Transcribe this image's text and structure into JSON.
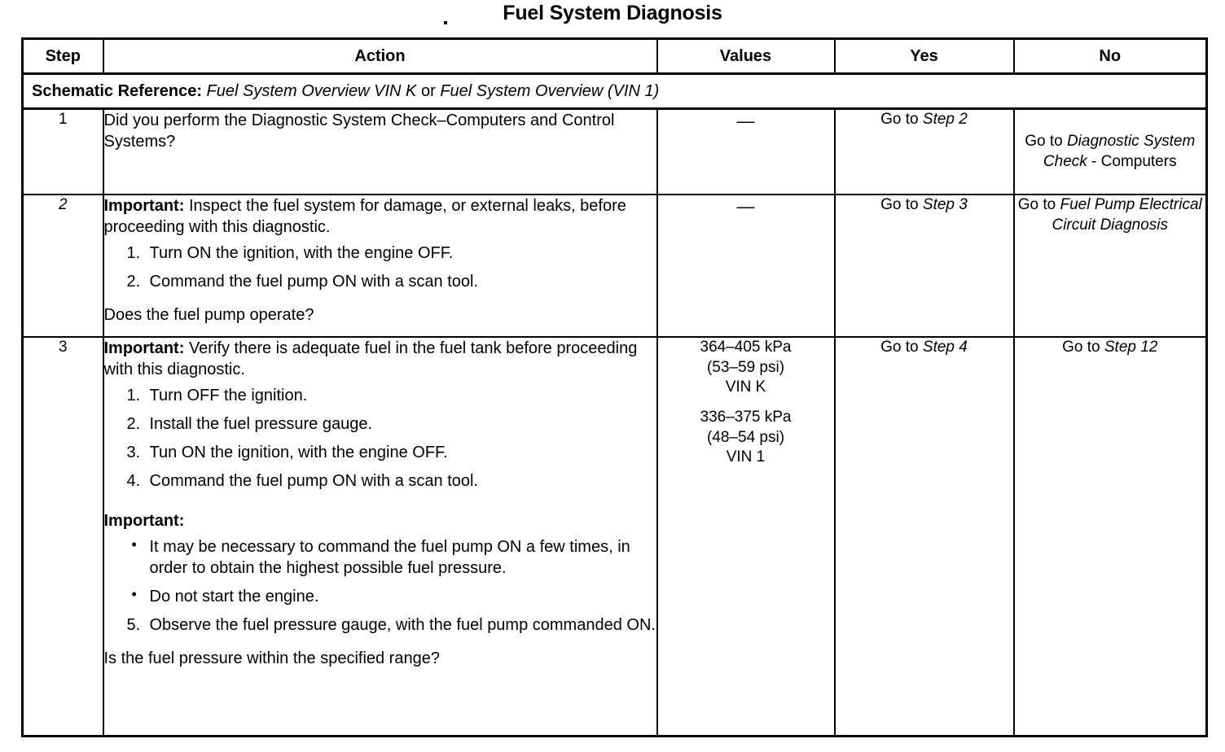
{
  "document": {
    "title": "Fuel System Diagnosis"
  },
  "table": {
    "columns": [
      {
        "key": "step",
        "label": "Step"
      },
      {
        "key": "action",
        "label": "Action"
      },
      {
        "key": "values",
        "label": "Values"
      },
      {
        "key": "yes",
        "label": "Yes"
      },
      {
        "key": "no",
        "label": "No"
      }
    ],
    "schematic_reference": {
      "label": "Schematic Reference:",
      "ref_1": "Fuel System Overview VIN K",
      "conjunction": "or",
      "ref_2": "Fuel System Overview (VIN 1)"
    },
    "rows": [
      {
        "step": "1",
        "action": {
          "lead": "Did you perform the Diagnostic System Check–Computers and Control  Systems?"
        },
        "values": "—",
        "yes": {
          "prefix": "Go to ",
          "target": "Step 2"
        },
        "no": {
          "prefix": "Go to ",
          "target": "Diagnostic System Check",
          "suffix": " - Computers"
        }
      },
      {
        "step": "2",
        "action": {
          "important_label": "Important:",
          "important_text": " Inspect the fuel system for damage, or external leaks, before proceeding with this diagnostic.",
          "steps": [
            {
              "num": "1.",
              "text": "Turn ON the ignition, with the engine OFF."
            },
            {
              "num": "2.",
              "text": "Command the fuel pump ON with a scan tool."
            }
          ],
          "question": "Does the fuel pump operate?"
        },
        "values": "—",
        "yes": {
          "prefix": "Go to ",
          "target": "Step 3"
        },
        "no": {
          "prefix": "Go to ",
          "target": "Fuel Pump Electrical Circuit Diagnosis"
        }
      },
      {
        "step": "3",
        "action": {
          "important_label": "Important:",
          "important_text": " Verify there is adequate fuel in the fuel tank before proceeding with this diagnostic.",
          "steps": [
            {
              "num": "1.",
              "text": "Turn OFF the ignition."
            },
            {
              "num": "2.",
              "text": "Install the fuel pressure gauge."
            },
            {
              "num": "3.",
              "text": "Tun ON the ignition, with the engine OFF."
            },
            {
              "num": "4.",
              "text": "Command the fuel pump ON with a scan tool."
            }
          ],
          "important_label_2": "Important:",
          "bullets": [
            "It may be necessary to command the fuel pump ON a few times, in order to obtain the highest possible fuel pressure.",
            "Do not start the engine."
          ],
          "steps_2": [
            {
              "num": "5.",
              "text": "Observe the fuel pressure gauge, with the fuel pump commanded ON."
            }
          ],
          "question": "Is the fuel pressure within the specified range?"
        },
        "values_spec": {
          "spec_1_kpa": "364–405 kPa",
          "spec_1_psi": "(53–59 psi)",
          "spec_1_vin": "VIN K",
          "spec_2_kpa": "336–375 kPa",
          "spec_2_psi": "(48–54 psi)",
          "spec_2_vin": "VIN 1"
        },
        "yes": {
          "prefix": "Go to ",
          "target": "Step 4"
        },
        "no": {
          "prefix": "Go to ",
          "target": "Step 12"
        }
      }
    ]
  },
  "colors": {
    "ink": "#000000",
    "paper": "#ffffff"
  }
}
